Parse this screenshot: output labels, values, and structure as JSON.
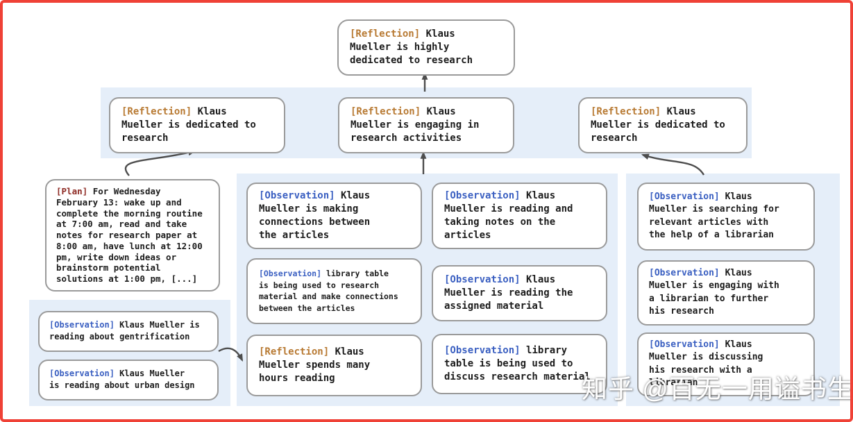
{
  "colors": {
    "reflection": "#b87a33",
    "plan": "#8e2b24",
    "observation": "#3a5fc1",
    "band": "#e5eef9",
    "box-border": "#9a9a9a",
    "arrow": "#4d4d4d",
    "frame": "#ef4136"
  },
  "nodes": {
    "root_reflection": {
      "tag": "[Reflection]",
      "text": "Klaus\nMueller is highly\ndedicated to research"
    },
    "reflection_left": {
      "tag": "[Reflection]",
      "text": "Klaus\nMueller is dedicated to\nresearch"
    },
    "reflection_mid": {
      "tag": "[Reflection]",
      "text": "Klaus\nMueller is engaging in\nresearch activities"
    },
    "reflection_right": {
      "tag": "[Reflection]",
      "text": "Klaus\nMueller is dedicated to\nresearch"
    },
    "plan": {
      "tag": "[Plan]",
      "text": "For Wednesday\nFebruary 13: wake up and\ncomplete the morning routine\nat 7:00 am, read and take\nnotes for research paper at\n8:00 am, have lunch at 12:00\npm, write down ideas or\nbrainstorm potential\nsolutions at 1:00 pm, [...]"
    },
    "obs_gentrification": {
      "tag": "[Observation]",
      "text": "Klaus Mueller is\nreading about gentrification"
    },
    "obs_urban_design": {
      "tag": "[Observation]",
      "text": "Klaus Mueller\nis reading about urban design"
    },
    "obs_connections": {
      "tag": "[Observation]",
      "text": "Klaus\nMueller is making\nconnections between\nthe articles"
    },
    "obs_library_research": {
      "tag": "[Observation]",
      "text": "library table\nis being used to research\nmaterial and make connections\nbetween the articles"
    },
    "reflection_hours": {
      "tag": "[Reflection]",
      "text": "Klaus\nMueller spends many\nhours reading"
    },
    "obs_taking_notes": {
      "tag": "[Observation]",
      "text": "Klaus\nMueller is reading and\ntaking notes on the\narticles"
    },
    "obs_assigned": {
      "tag": "[Observation]",
      "text": "Klaus\nMueller is reading the\nassigned material"
    },
    "obs_library_discuss": {
      "tag": "[Observation]",
      "text": "library\ntable is being used to\ndiscuss research material"
    },
    "obs_searching": {
      "tag": "[Observation]",
      "text": "Klaus\nMueller is searching for\nrelevant articles with\nthe help of a librarian"
    },
    "obs_engaging": {
      "tag": "[Observation]",
      "text": "Klaus\nMueller is engaging with\na librarian to further\nhis research"
    },
    "obs_discussing": {
      "tag": "[Observation]",
      "text": "Klaus\nMueller is discussing\nhis research with a\nlibrarian"
    }
  },
  "watermark": "知乎 @百无一用谥书生"
}
